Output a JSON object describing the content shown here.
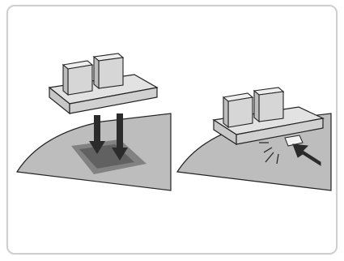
{
  "illustration": {
    "panels": [
      {
        "id": "left",
        "subject": "pressing-device-above-surface-arrows-down"
      },
      {
        "id": "right",
        "subject": "pressing-device-on-surface-arrow-push"
      }
    ],
    "colors": {
      "frame_border": "#cfcfcf",
      "outline": "#222222",
      "surface_fill": "#bdbdbd",
      "plate_fill": "#dcdcdc",
      "block_fill": "#d6d6d6",
      "shadow_fill": "#6f6f6f",
      "arrow_fill": "#2b2b2b"
    },
    "icons": [
      "down-arrow-icon",
      "push-arrow-icon",
      "spark-icon"
    ]
  }
}
